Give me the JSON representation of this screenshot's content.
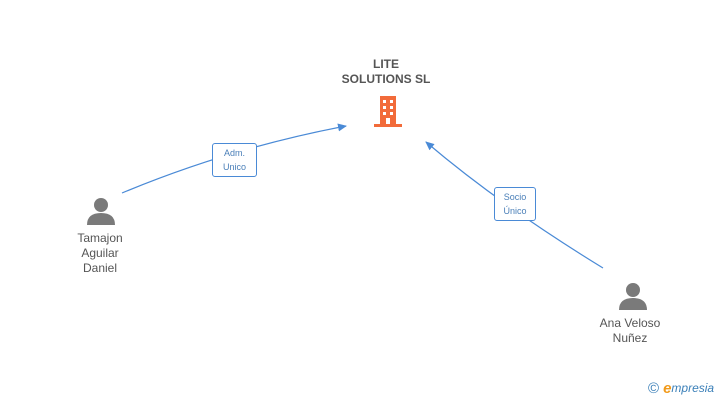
{
  "company": {
    "name_line1": "LITE",
    "name_line2": "SOLUTIONS SL",
    "icon": "building-icon",
    "icon_color": "#f26b3a"
  },
  "people": [
    {
      "name_lines": [
        "Tamajon",
        "Aguilar",
        "Daniel"
      ],
      "icon": "person-icon"
    },
    {
      "name_lines": [
        "Ana Veloso",
        "Nuñez"
      ],
      "icon": "person-icon"
    }
  ],
  "relations": [
    {
      "label_lines": [
        "Adm.",
        "Unico"
      ]
    },
    {
      "label_lines": [
        "Socio",
        "Único"
      ]
    }
  ],
  "colors": {
    "link": "#4a8ad6",
    "icon_gray": "#7a7a7a",
    "text": "#555555"
  },
  "brand": {
    "copyright_symbol": "©",
    "name_first": "e",
    "name_rest": "mpresia"
  }
}
